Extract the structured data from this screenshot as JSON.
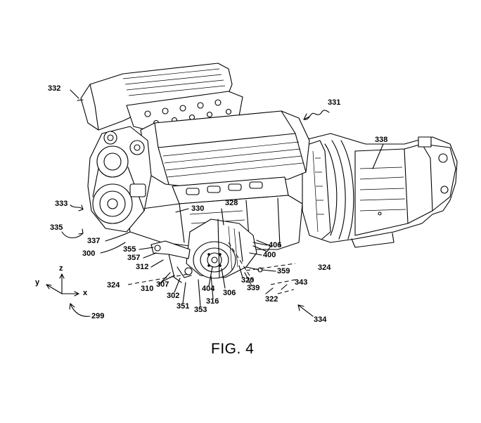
{
  "figure_caption": "FIG. 4",
  "reference_numerals": [
    "332",
    "331",
    "338",
    "333",
    "335",
    "330",
    "328",
    "337",
    "300",
    "355",
    "357",
    "312",
    "406",
    "400",
    "359",
    "324",
    "324",
    "310",
    "307",
    "302",
    "351",
    "353",
    "316",
    "404",
    "306",
    "320",
    "339",
    "343",
    "322",
    "334",
    "299"
  ],
  "axes": {
    "z": "z",
    "y": "y",
    "x": "x"
  }
}
